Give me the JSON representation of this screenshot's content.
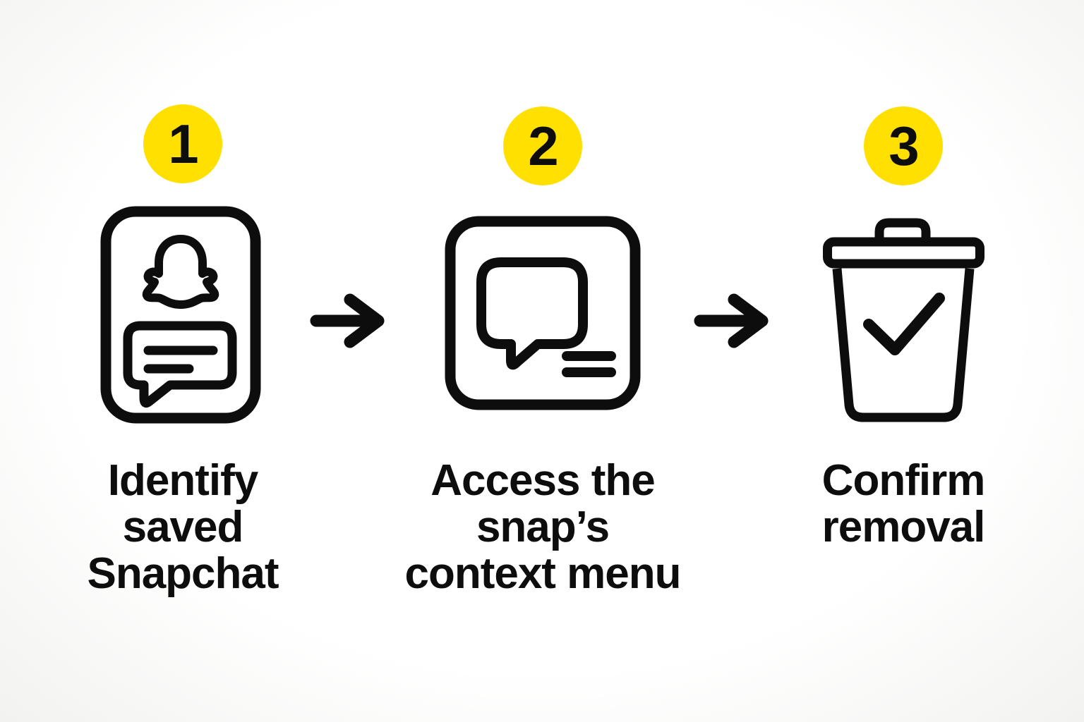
{
  "steps": [
    {
      "number": "1",
      "icon": "saved-snap-card-icon",
      "label": "Identify saved Snapchat",
      "label_lines": [
        "Identify",
        "saved",
        "Snapchat"
      ]
    },
    {
      "number": "2",
      "icon": "snap-context-menu-icon",
      "label": "Access the snap’s context menu",
      "label_lines": [
        "Access the",
        "snap’s",
        "context menu"
      ]
    },
    {
      "number": "3",
      "icon": "trash-check-icon",
      "label": "Confirm removal",
      "label_lines": [
        "Confirm",
        "removal"
      ]
    }
  ],
  "arrows": [
    {
      "icon": "arrow-right-icon"
    },
    {
      "icon": "arrow-right-icon"
    }
  ],
  "colors": {
    "badge_yellow": "#FFE000",
    "ink": "#0D0D0D",
    "background": "#FFFFFF"
  }
}
